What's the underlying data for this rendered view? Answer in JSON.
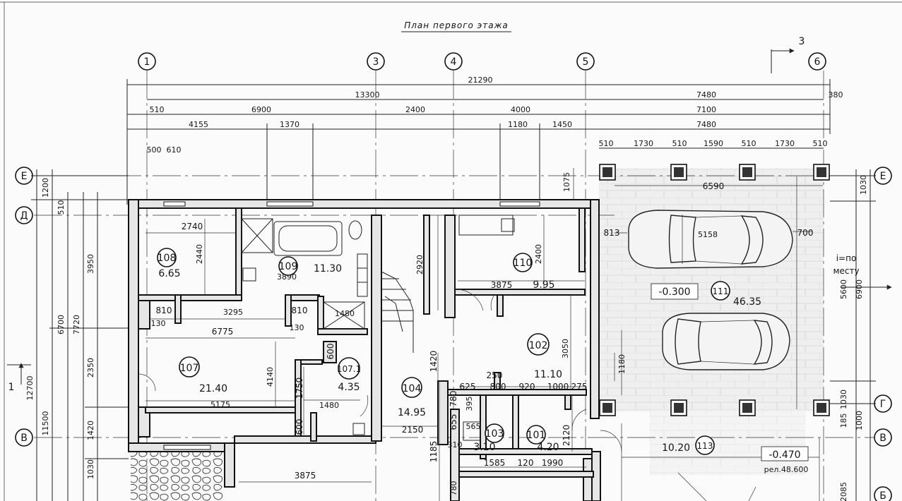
{
  "drawing": {
    "title": "План первого этажа",
    "section_mark": "3"
  },
  "axes": {
    "top": [
      "1",
      "3",
      "4",
      "5",
      "6"
    ],
    "left": [
      "Е",
      "Д",
      "В"
    ],
    "right": [
      "Е",
      "Г",
      "В",
      "Б"
    ],
    "side_mark": "1"
  },
  "dimensions": {
    "top_rows": [
      [
        "21290"
      ],
      [
        "13300",
        "7480",
        "380"
      ],
      [
        "510",
        "6900",
        "2400",
        "4000",
        "7100"
      ],
      [
        "4155",
        "1370",
        "1180",
        "1450",
        "7480"
      ]
    ],
    "garage_top": [
      "510",
      "1730",
      "510",
      "1590",
      "510",
      "1730",
      "510"
    ],
    "interior": [
      "500",
      "610",
      "2740",
      "2440",
      "3890",
      "3295",
      "810",
      "810",
      "130",
      "130",
      "6775",
      "4140",
      "1750",
      "1480",
      "600",
      "600",
      "1420",
      "2920",
      "3875",
      "2400",
      "3050",
      "1180",
      "250",
      "625",
      "800",
      "920",
      "1000",
      "275",
      "780",
      "395",
      "565",
      "655",
      "1185",
      "310",
      "1585",
      "120",
      "1990",
      "2120",
      "2150",
      "5175",
      "3875",
      "6590",
      "5158",
      "813",
      "700",
      "1075",
      "780"
    ],
    "left_side": [
      "1200",
      "510",
      "3950",
      "6700",
      "7720",
      "2350",
      "12700",
      "11500",
      "1420",
      "1030"
    ],
    "right_side": [
      "1030",
      "5600",
      "6900",
      "1030",
      "1000",
      "185",
      "2085"
    ]
  },
  "rooms": [
    {
      "num": "108",
      "area": "6.65"
    },
    {
      "num": "109",
      "area": "11.30"
    },
    {
      "num": "110",
      "area": "9.95"
    },
    {
      "num": "107",
      "area": "21.40"
    },
    {
      "num": "107.1",
      "area": "4.35"
    },
    {
      "num": "104",
      "area": "14.95"
    },
    {
      "num": "102",
      "area": "11.10"
    },
    {
      "num": "103",
      "area": "3.10"
    },
    {
      "num": "101",
      "area": "4.20"
    },
    {
      "num": "111",
      "area": "46.35"
    },
    {
      "num": "113",
      "area": "10.20"
    }
  ],
  "levels": {
    "garage_floor": "-0.300",
    "porch": "-0.470",
    "porch_mark": "рел.48.600",
    "ramp_note": [
      "i=по",
      "месту"
    ],
    "shower": "1480"
  }
}
